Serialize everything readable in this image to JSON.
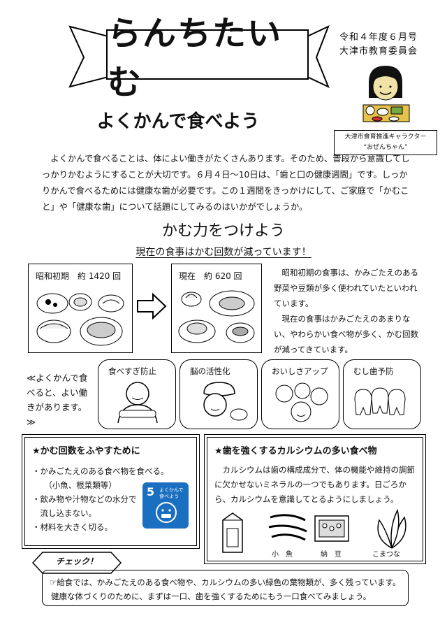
{
  "header": {
    "title": "らんちたいむ",
    "issue_date": "令和４年度６月号",
    "publisher": "大津市教育委員会",
    "mascot_caption_line1": "大津市食育推進キャラクター",
    "mascot_caption_line2": "“おぜんちゃん”"
  },
  "headline": "よくかんで食べよう",
  "intro": "よくかんで食べることは、体によい働きがたくさんあります。そのため、普段から意識してしっかりかむようにすることが大切です。６月４日〜10日は、「歯と口の健康週間」です。しっかりかんで食べるためには健康な歯が必要です。この１週間をきっかけにして、ご家庭で「かむこと」や「健康な歯」について話題にしてみるのはいかがでしょうか。",
  "chewing": {
    "section_title": "かむ力をつけよう",
    "subtitle": "現在の食事はかむ回数が減っています！",
    "early_showa_label": "昭和初期　約 1420 回",
    "present_label": "現在　約 620 回",
    "compare_p1": "昭和初期の食事は、かみごたえのある野菜や豆類が多く使われていたといわれています。",
    "compare_p2": "現在の食事はかみごたえのあまりない、やわらかい食べ物が多く、かむ回数が減ってきています。"
  },
  "benefits": {
    "quote": "≪よくかんで食べると、よい働きがあります。≫",
    "items": [
      {
        "label": "食べすぎ防止"
      },
      {
        "label": "脳の活性化"
      },
      {
        "label": "おいしさアップ"
      },
      {
        "label": "むし歯予防"
      }
    ]
  },
  "tips": {
    "heading": "★かむ回数をふやすために",
    "items": [
      "・かみごたえのある食べ物を食べる。",
      "　　（小魚、根菜類等）",
      "・飲み物や汁物などの水分で",
      "　流し込まない。",
      "・材料を大きく切る。"
    ],
    "badge_number": "5",
    "badge_text_line1": "よくかんで",
    "badge_text_line2": "食べよう"
  },
  "calcium": {
    "heading": "★歯を強くするカルシウムの多い食べ物",
    "text": "カルシウムは歯の構成成分で、体の機能や維持の調節に欠かせないミネラルの一つでもあります。日ごろから、カルシウムを意識してとるようにしましょう。",
    "foods": [
      {
        "label": "小　魚"
      },
      {
        "label": "納　豆"
      },
      {
        "label": "こまつな"
      }
    ]
  },
  "check": {
    "tag": "チェック！",
    "line1": "☞給食では、かみごたえのある食べ物や、カルシウムの多い緑色の葉物類が、多く残っています。",
    "line2": "健康な体づくりのために、まずは一口、歯を強くするためにもう一口食べてみましょう。"
  }
}
